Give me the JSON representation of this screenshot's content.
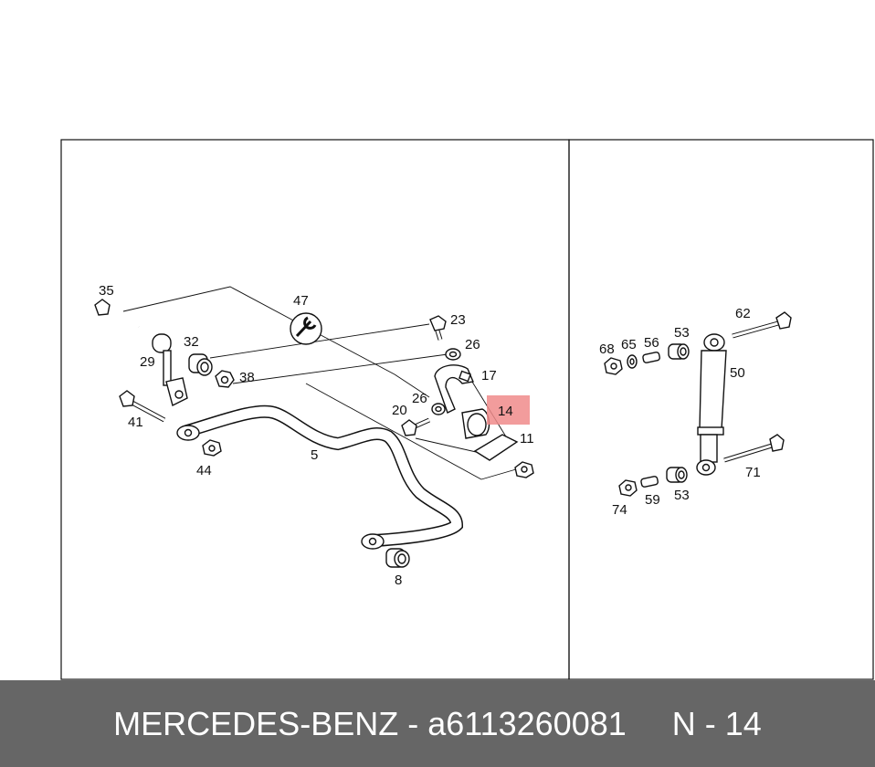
{
  "diagram": {
    "highlight_color": "#f08b8b",
    "highlighted_part": "14",
    "left_panel_labels": [
      "35",
      "47",
      "23",
      "26",
      "32",
      "29",
      "38",
      "17",
      "26",
      "20",
      "14",
      "11",
      "41",
      "44",
      "5",
      "8"
    ],
    "right_panel_labels": [
      "62",
      "68",
      "65",
      "56",
      "53",
      "50",
      "71",
      "74",
      "59",
      "53"
    ]
  },
  "footer": {
    "brand": "MERCEDES-BENZ",
    "separator": " - ",
    "part_number": "a6113260081",
    "position": "N - 14",
    "background": "#666666"
  }
}
